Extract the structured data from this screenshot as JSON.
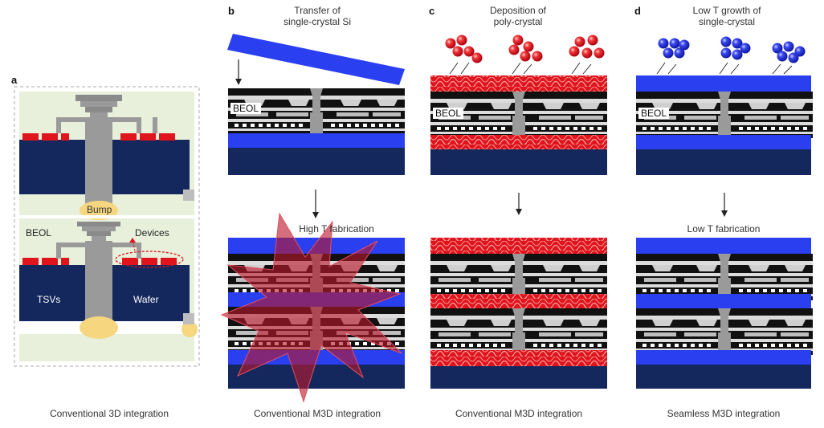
{
  "panels": {
    "a": {
      "letter": "a",
      "labels": {
        "bump": "Bump",
        "beol": "BEOL",
        "devices": "Devices",
        "tsvs": "TSVs",
        "wafer": "Wafer"
      },
      "caption": "Conventional 3D integration"
    },
    "b": {
      "letter": "b",
      "title_line1": "Transfer of",
      "title_line2": "single-crystal Si",
      "beol": "BEOL",
      "step": "High T fabrication",
      "caption": "Conventional M3D integration"
    },
    "c": {
      "letter": "c",
      "title_line1": "Deposition of",
      "title_line2": "poly-crystal",
      "beol": "BEOL",
      "caption": "Conventional M3D integration"
    },
    "d": {
      "letter": "d",
      "title_line1": "Low T growth of",
      "title_line2": "single-crystal",
      "beol": "BEOL",
      "step": "Low T fabrication",
      "caption": "Seamless M3D integration"
    }
  },
  "colors": {
    "navy": "#14285e",
    "blue": "#2a3ff0",
    "red": "#e0141c",
    "grey": "#9a9a9a",
    "green_bg": "#e8f0dc",
    "bump": "#f6d77f"
  }
}
